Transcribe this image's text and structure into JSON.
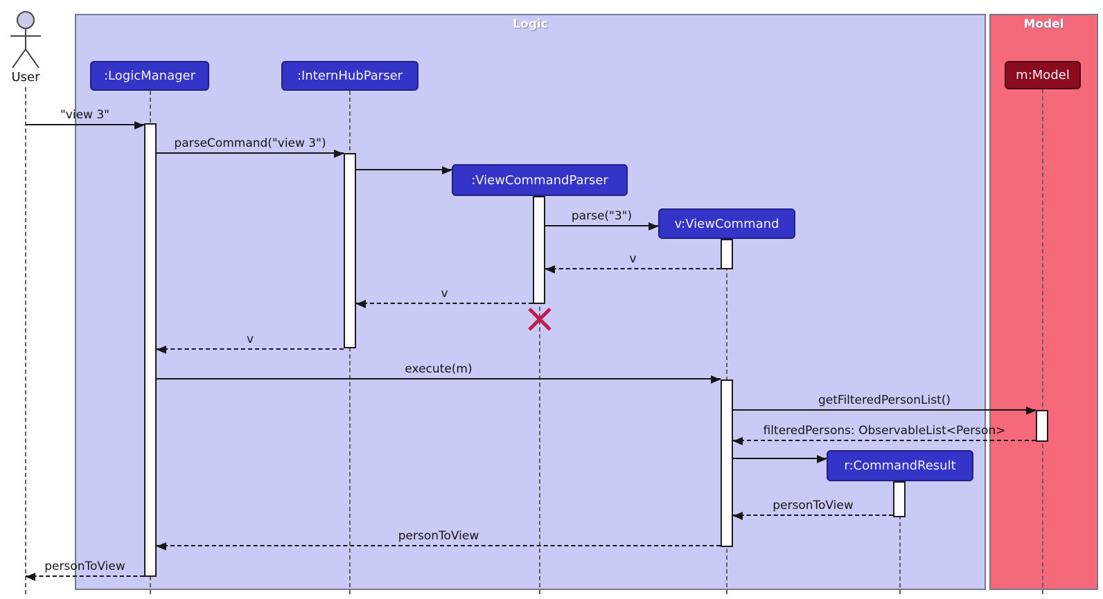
{
  "diagram": {
    "type": "uml-sequence-diagram",
    "actor": {
      "label": "User"
    },
    "frames": [
      {
        "id": "logic",
        "title": "Logic",
        "fill": "#cacaf6"
      },
      {
        "id": "model",
        "title": "Model",
        "fill": "#f5697b"
      }
    ],
    "participants": [
      {
        "label": ":LogicManager",
        "frame": "logic",
        "fill": "#3534c8"
      },
      {
        "label": ":InternHubParser",
        "frame": "logic",
        "fill": "#3534c8"
      },
      {
        "label": ":ViewCommandParser",
        "frame": "logic",
        "fill": "#3534c8",
        "destroyed": true
      },
      {
        "label": "v:ViewCommand",
        "frame": "logic",
        "fill": "#3534c8"
      },
      {
        "label": "r:CommandResult",
        "frame": "logic",
        "fill": "#3534c8"
      },
      {
        "label": "m:Model",
        "frame": "model",
        "fill": "#8c0c1f"
      }
    ],
    "messages": [
      {
        "from": "User",
        "to": ":LogicManager",
        "label": "\"view 3\"",
        "kind": "sync"
      },
      {
        "from": ":LogicManager",
        "to": ":InternHubParser",
        "label": "parseCommand(\"view 3\")",
        "kind": "sync"
      },
      {
        "from": ":InternHubParser",
        "to": ":ViewCommandParser",
        "label": "",
        "kind": "create"
      },
      {
        "from": ":ViewCommandParser",
        "to": "v:ViewCommand",
        "label": "parse(\"3\")",
        "kind": "create"
      },
      {
        "from": "v:ViewCommand",
        "to": ":ViewCommandParser",
        "label": "v",
        "kind": "return"
      },
      {
        "from": ":ViewCommandParser",
        "to": ":InternHubParser",
        "label": "v",
        "kind": "return"
      },
      {
        "from": ":InternHubParser",
        "to": ":LogicManager",
        "label": "v",
        "kind": "return"
      },
      {
        "from": ":LogicManager",
        "to": "v:ViewCommand",
        "label": "execute(m)",
        "kind": "sync"
      },
      {
        "from": "v:ViewCommand",
        "to": "m:Model",
        "label": "getFilteredPersonList()",
        "kind": "sync"
      },
      {
        "from": "m:Model",
        "to": "v:ViewCommand",
        "label": "filteredPersons: ObservableList<Person>",
        "kind": "return"
      },
      {
        "from": "v:ViewCommand",
        "to": "r:CommandResult",
        "label": "",
        "kind": "create"
      },
      {
        "from": "r:CommandResult",
        "to": "v:ViewCommand",
        "label": "personToView",
        "kind": "return"
      },
      {
        "from": "v:ViewCommand",
        "to": ":LogicManager",
        "label": "personToView",
        "kind": "return"
      },
      {
        "from": ":LogicManager",
        "to": "User",
        "label": "personToView",
        "kind": "return"
      }
    ],
    "colors": {
      "logic_frame_fill": "#cacaf6",
      "model_frame_fill": "#f5697b",
      "participant_fill": "#3534c8",
      "model_participant_fill": "#8c0c1f",
      "destroy_x": "#c11a4e"
    }
  }
}
